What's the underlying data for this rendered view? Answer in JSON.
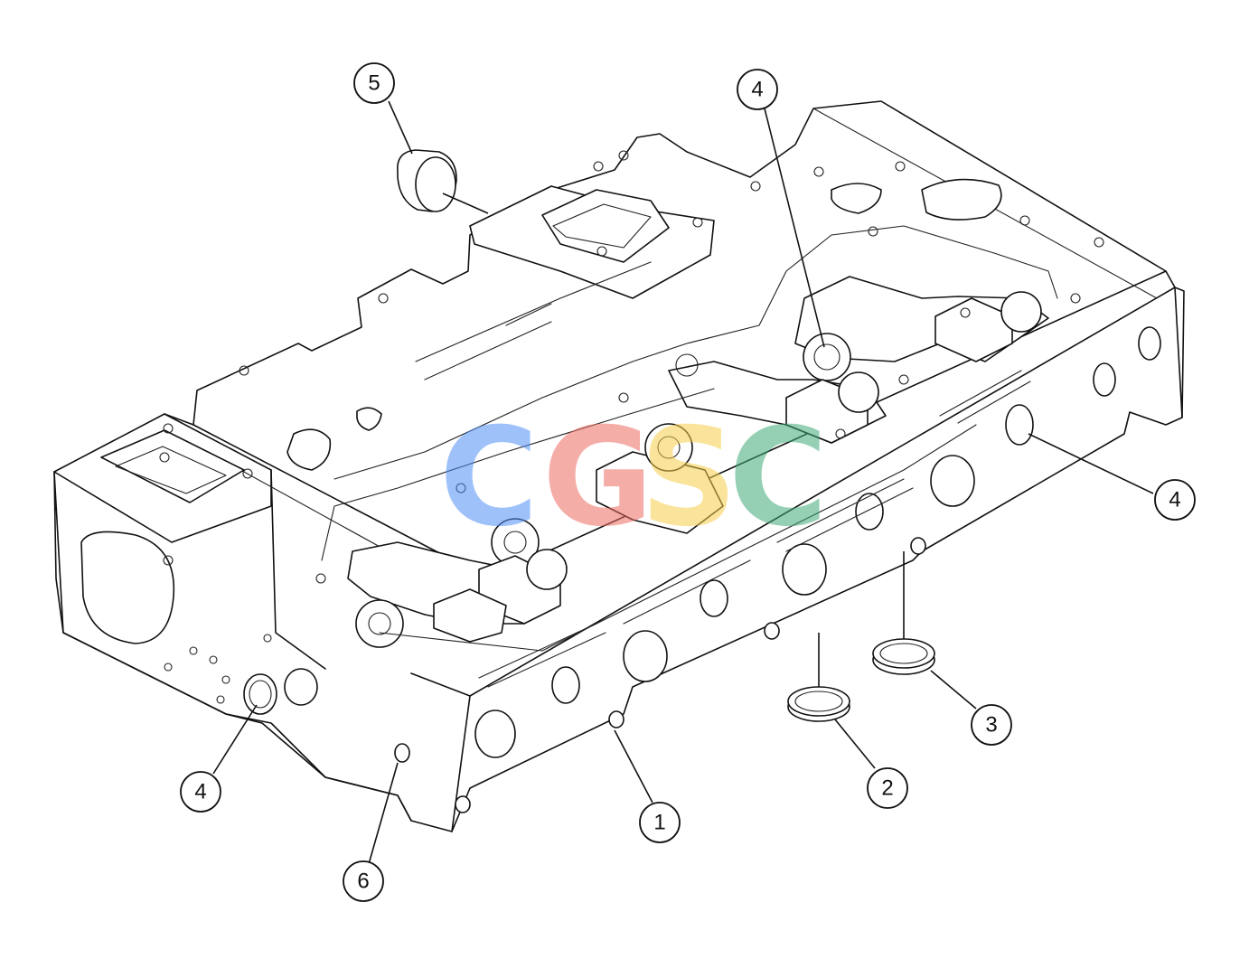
{
  "callouts": [
    {
      "id": "c1",
      "label": "1"
    },
    {
      "id": "c2",
      "label": "2"
    },
    {
      "id": "c3",
      "label": "3"
    },
    {
      "id": "c4a",
      "label": "4"
    },
    {
      "id": "c4b",
      "label": "4"
    },
    {
      "id": "c4c",
      "label": "4"
    },
    {
      "id": "c5",
      "label": "5"
    },
    {
      "id": "c6",
      "label": "6"
    }
  ],
  "watermark": {
    "letters": [
      "C",
      "G",
      "S",
      "C"
    ],
    "colors": [
      "#4f8ff7",
      "#ee6b62",
      "#f6cf4a",
      "#3fa877"
    ]
  }
}
